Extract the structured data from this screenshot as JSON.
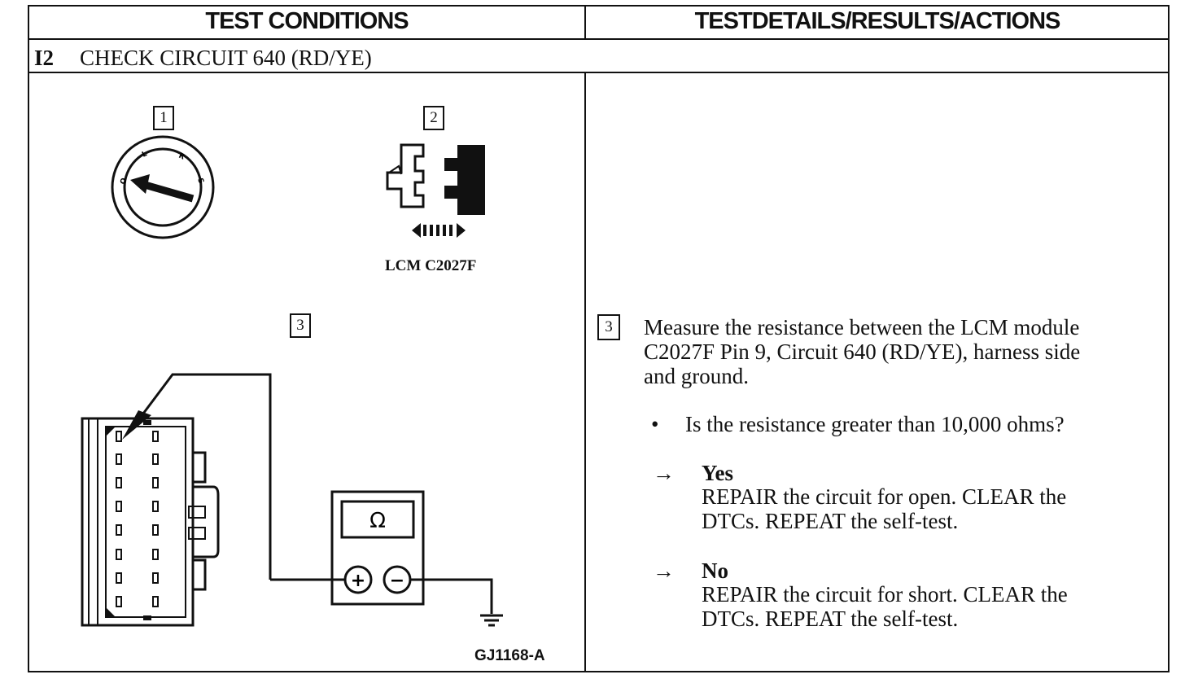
{
  "header": {
    "left": "TEST CONDITIONS",
    "right": "TESTDETAILS/RESULTS/ACTIONS"
  },
  "step": {
    "id": "I2",
    "title": "CHECK CIRCUIT 640 (RD/YE)"
  },
  "illustration": {
    "box1": "1",
    "box2": "2",
    "box3": "3",
    "ignition_labels": [
      "O",
      "L",
      "R",
      "S"
    ],
    "connector_caption": "LCM C2027F",
    "meter_symbol": "Ω",
    "plus": "+",
    "minus": "−",
    "figure_id": "GJ1168-A"
  },
  "details": {
    "step_box": "3",
    "instruction_line1": "Measure the resistance between the LCM module",
    "instruction_line2": "C2027F Pin 9, Circuit 640 (RD/YE), harness side",
    "instruction_line3": "and ground.",
    "bullet": "•",
    "question": "Is the resistance greater than 10,000 ohms?",
    "arrow": "→",
    "yes_label": "Yes",
    "yes_line1": "REPAIR the circuit for open. CLEAR the",
    "yes_line2": "DTCs. REPEAT the self-test.",
    "no_label": "No",
    "no_line1": "REPAIR the circuit for short. CLEAR the",
    "no_line2": "DTCs. REPEAT the self-test."
  }
}
